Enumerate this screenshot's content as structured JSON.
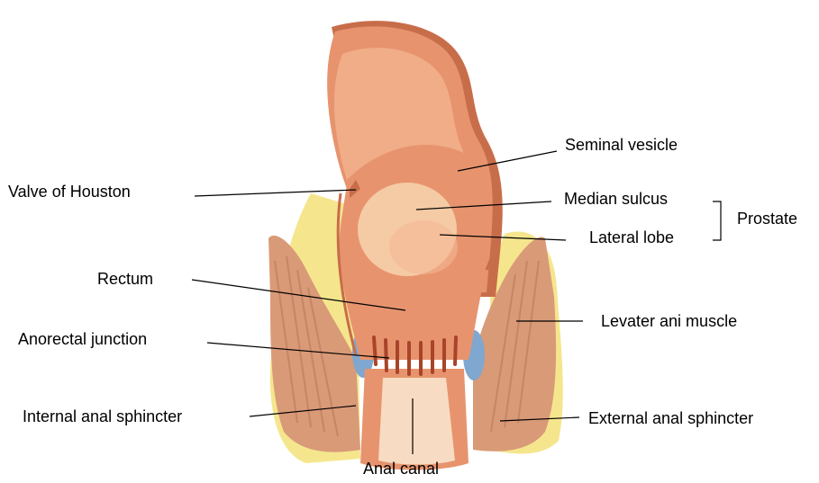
{
  "labels": {
    "seminal_vesicle": "Seminal vesicle",
    "valve_of_houston": "Valve of Houston",
    "median_sulcus": "Median sulcus",
    "prostate": "Prostate",
    "lateral_lobe": "Lateral lobe",
    "rectum": "Rectum",
    "levater_ani_muscle": "Levater ani muscle",
    "anorectal_junction": "Anorectal junction",
    "internal_anal_sphincter": "Internal anal sphincter",
    "external_anal_sphincter": "External anal sphincter",
    "anal_canal": "Anal canal"
  },
  "colors": {
    "bowel": "#e7946e",
    "bowel_light": "#f3b893",
    "bowel_dark": "#c86d4a",
    "prostate": "#f6cda8",
    "muscle": "#d99a78",
    "fat": "#f3e27a",
    "vessel": "#7fa7cf",
    "canal": "#f7dcc3"
  }
}
